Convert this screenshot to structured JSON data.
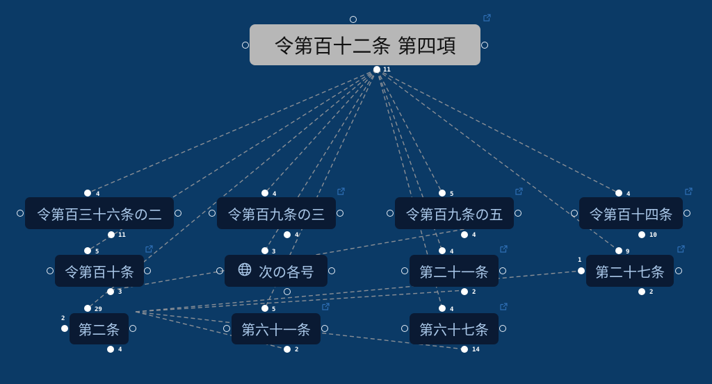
{
  "colors": {
    "background": "#0b3a66",
    "node_bg": "#0a1a33",
    "node_text": "#a9c7e8",
    "root_bg": "#b7b7b7",
    "root_text": "#111111",
    "edge": "#8a8f96"
  },
  "root": {
    "id": "root",
    "label": "令第百十二条 第四項",
    "count": "11"
  },
  "nodes": [
    {
      "id": "n136",
      "label": "令第百三十六条の二",
      "top_count": "4",
      "bottom_count": "11"
    },
    {
      "id": "n109_3",
      "label": "令第百九条の三",
      "top_count": "4",
      "bottom_count": "4"
    },
    {
      "id": "n109_5",
      "label": "令第百九条の五",
      "top_count": "5",
      "bottom_count": "4"
    },
    {
      "id": "n114",
      "label": "令第百十四条",
      "top_count": "4",
      "bottom_count": "10"
    },
    {
      "id": "n110",
      "label": "令第百十条",
      "top_count": "5",
      "bottom_count": "3"
    },
    {
      "id": "nlist",
      "label": "次の各号",
      "icon": "globe-icon",
      "top_count": "3"
    },
    {
      "id": "n21",
      "label": "第二十一条",
      "top_count": "4",
      "bottom_count": "2"
    },
    {
      "id": "n27",
      "label": "第二十七条",
      "top_count": "9",
      "left_count": "1",
      "bottom_count": "2"
    },
    {
      "id": "n2",
      "label": "第二条",
      "top_count": "29",
      "left_count": "2",
      "bottom_count": "4"
    },
    {
      "id": "n61",
      "label": "第六十一条",
      "top_count": "5",
      "bottom_count": "2"
    },
    {
      "id": "n67",
      "label": "第六十七条",
      "top_count": "4",
      "bottom_count": "14"
    }
  ],
  "edges": [
    [
      "root",
      "n136"
    ],
    [
      "root",
      "n109_3"
    ],
    [
      "root",
      "n109_5"
    ],
    [
      "root",
      "n114"
    ],
    [
      "root",
      "n110"
    ],
    [
      "root",
      "nlist"
    ],
    [
      "root",
      "n21"
    ],
    [
      "root",
      "n27"
    ],
    [
      "root",
      "n2"
    ],
    [
      "root",
      "n61"
    ],
    [
      "root",
      "n67"
    ],
    [
      "n2",
      "n27"
    ],
    [
      "n2",
      "n21"
    ],
    [
      "n2",
      "n61"
    ],
    [
      "n2",
      "n67"
    ],
    [
      "n110",
      "n109_5"
    ]
  ]
}
